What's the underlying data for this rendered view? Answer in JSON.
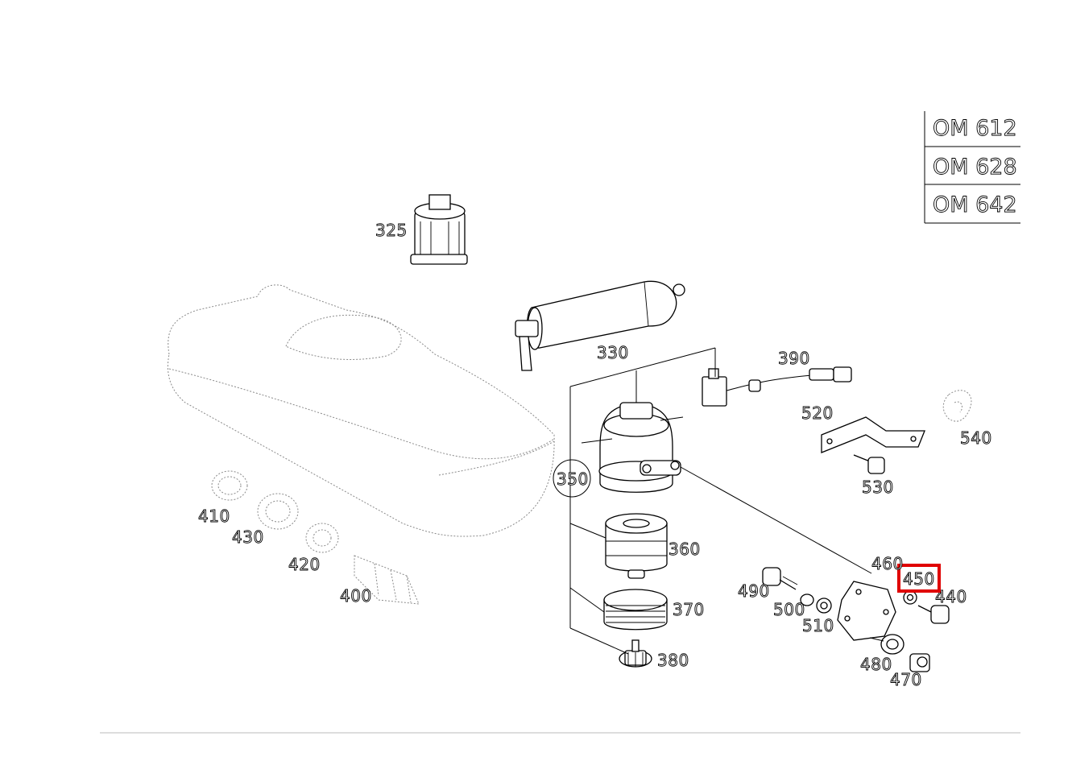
{
  "models": [
    "OM 612",
    "OM 628",
    "OM 642"
  ],
  "highlighted_part": "450",
  "callouts": {
    "p325": "325",
    "p330": "330",
    "p350": "350",
    "p360": "360",
    "p370": "370",
    "p380": "380",
    "p390": "390",
    "p400": "400",
    "p410": "410",
    "p420": "420",
    "p430": "430",
    "p440": "440",
    "p450": "450",
    "p460": "460",
    "p470": "470",
    "p480": "480",
    "p490": "490",
    "p500": "500",
    "p510": "510",
    "p520": "520",
    "p530": "530",
    "p540": "540"
  },
  "colors": {
    "highlight": "#e00000",
    "line": "#000000",
    "background": "#ffffff"
  }
}
